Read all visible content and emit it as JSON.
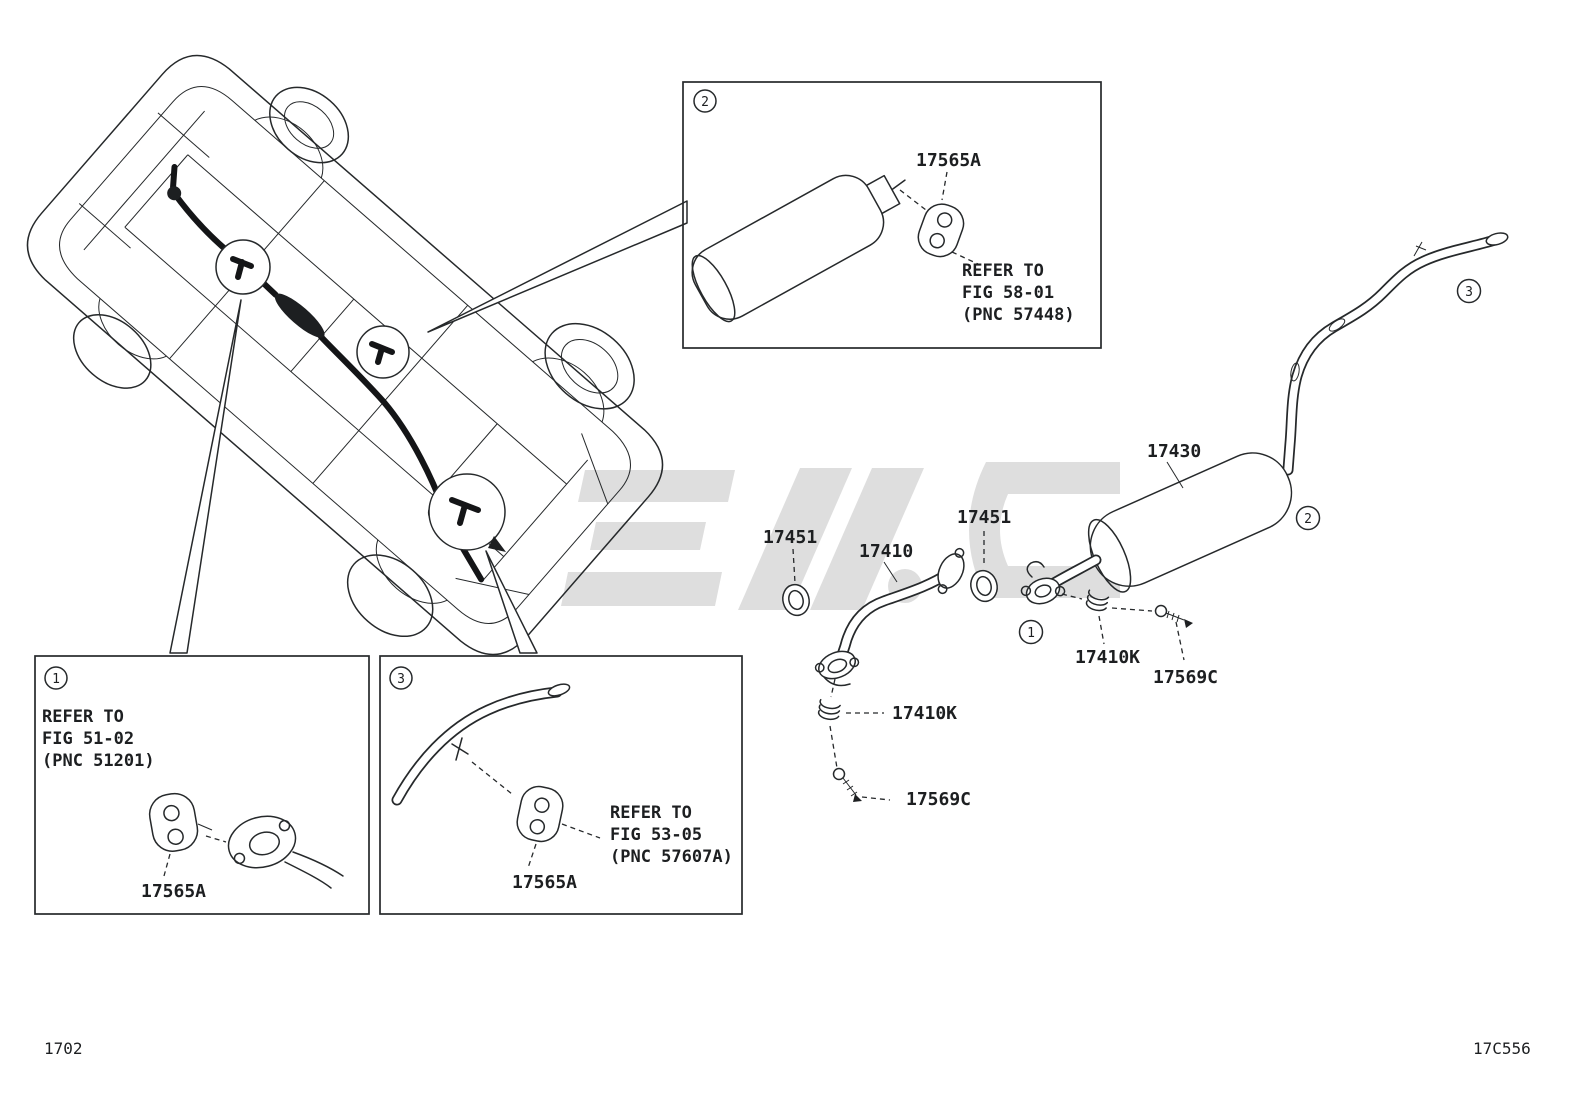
{
  "figure": {
    "page_code": "1702",
    "figure_code": "17C556"
  },
  "callouts": {
    "c1": "1",
    "c2": "2",
    "c3": "3"
  },
  "insets": {
    "one": {
      "num": "1",
      "refer_line1": "REFER TO",
      "refer_line2": "FIG 51-02",
      "refer_line3": "(PNC 51201)",
      "part": "17565A"
    },
    "two": {
      "num": "2",
      "refer_line1": "REFER TO",
      "refer_line2": "FIG 58-01",
      "refer_line3": "(PNC 57448)",
      "part": "17565A"
    },
    "three": {
      "num": "3",
      "refer_line1": "REFER TO",
      "refer_line2": "FIG 53-05",
      "refer_line3": "(PNC 57607A)",
      "part": "17565A"
    }
  },
  "parts": {
    "muffler_assembly": "17430",
    "gasket_rear": "17451",
    "gasket_front": "17451",
    "exhaust_front_pipe": "17410",
    "spring_rear": "17410K",
    "spring_front": "17410K",
    "bolt_rear": "17569C",
    "bolt_front": "17569C"
  }
}
